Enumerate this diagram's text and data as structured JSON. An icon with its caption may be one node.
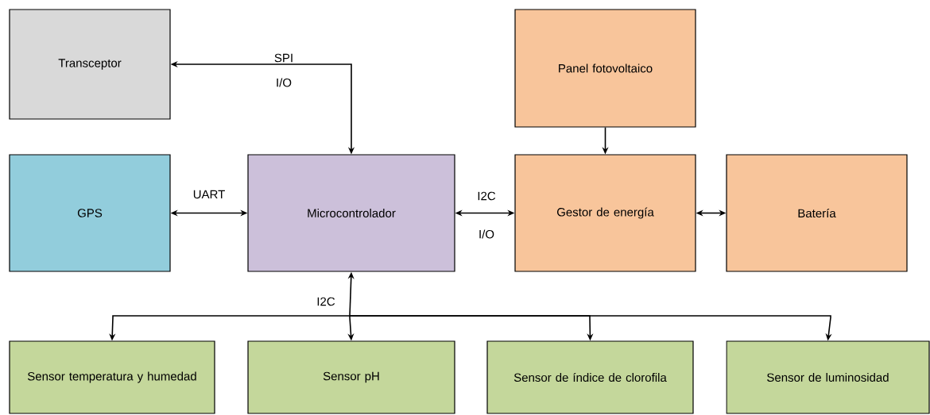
{
  "diagram": {
    "nodes": [
      {
        "text": [
          "Transceptor"
        ]
      },
      {
        "text": [
          "Panel fotovoltaico"
        ]
      },
      {
        "text": [
          "GPS"
        ]
      },
      {
        "text": [
          "Microcontrolador"
        ]
      },
      {
        "text": [
          "Gestor de energía"
        ]
      },
      {
        "text": [
          "Batería"
        ]
      },
      {
        "text": [
          "Sensor temperatura y humedad"
        ]
      },
      {
        "text": [
          "Sensor pH"
        ]
      },
      {
        "text": [
          "Sensor de índice de clorofila"
        ]
      },
      {
        "text": [
          "Sensor de luminosidad"
        ]
      }
    ],
    "edges": [
      {
        "from": 3,
        "to": 0,
        "arrow": "both",
        "label": "SPI"
      },
      {
        "from": 2,
        "to": 3,
        "arrow": "both",
        "label": "UART"
      },
      {
        "from": 3,
        "to": 4,
        "arrow": "both",
        "label": "I2C"
      },
      {
        "from": 1,
        "to": 4,
        "arrow": "to"
      },
      {
        "from": 4,
        "to": 5,
        "arrow": "both"
      },
      {
        "from": 3,
        "to": 6,
        "arrow": "both"
      },
      {
        "from": 3,
        "to": 7,
        "arrow": "both",
        "label": "I2C"
      },
      {
        "from": 3,
        "to": 8,
        "arrow": "both"
      },
      {
        "from": 3,
        "to": 9,
        "arrow": "both"
      }
    ],
    "labels": [
      "I/O",
      "I/O"
    ]
  }
}
